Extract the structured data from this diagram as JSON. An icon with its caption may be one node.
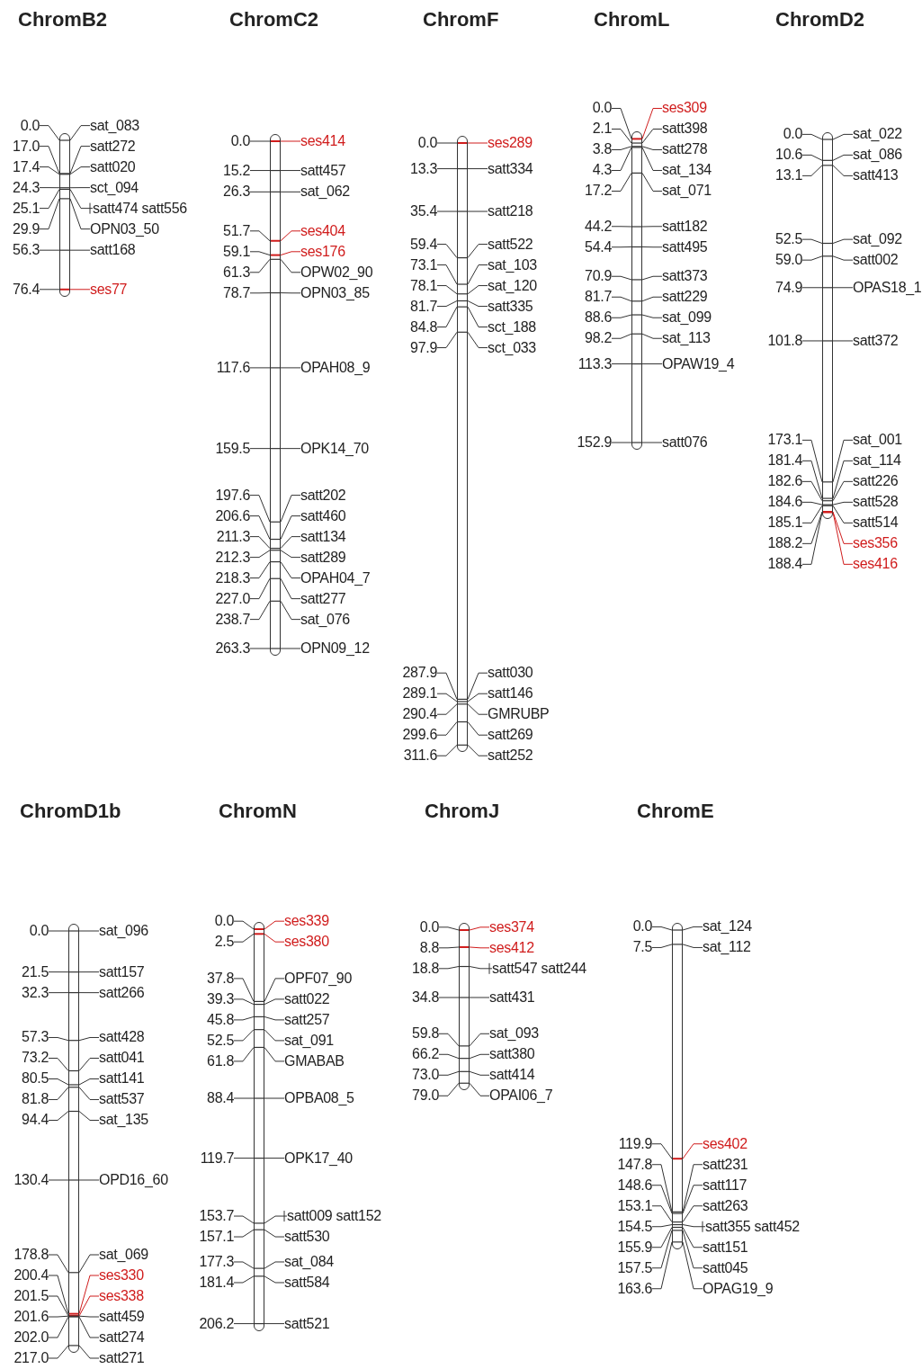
{
  "diagram": {
    "nodes": [
      {
        "text": [],
        "shape": "bar"
      },
      {
        "text": [
          "0.0"
        ]
      },
      {
        "text": [
          "sat_083"
        ]
      },
      {
        "text": [
          "17.0"
        ]
      },
      {
        "text": [
          "satt272"
        ]
      },
      {
        "text": [
          "17.4"
        ]
      },
      {
        "text": [
          "satt020"
        ]
      },
      {
        "text": [
          "24.3"
        ]
      },
      {
        "text": [
          "sct_094"
        ]
      },
      {
        "text": [
          "25.1"
        ]
      },
      {
        "text": [
          "satt474 satt556"
        ]
      },
      {
        "text": [
          "29.9"
        ]
      },
      {
        "text": [
          "OPN03_50"
        ]
      },
      {
        "text": [
          "56.3"
        ]
      },
      {
        "text": [
          "satt168"
        ]
      },
      {
        "text": [
          "76.4"
        ]
      },
      {
        "text": [
          "ses77"
        ]
      },
      {
        "text": [],
        "shape": "bar"
      },
      {
        "text": [
          "0.0"
        ]
      },
      {
        "text": [
          "ses414"
        ]
      },
      {
        "text": [
          "15.2"
        ]
      },
      {
        "text": [
          "satt457"
        ]
      },
      {
        "text": [
          "26.3"
        ]
      },
      {
        "text": [
          "sat_062"
        ]
      },
      {
        "text": [
          "51.7"
        ]
      },
      {
        "text": [
          "ses404"
        ]
      },
      {
        "text": [
          "59.1"
        ]
      },
      {
        "text": [
          "ses176"
        ]
      },
      {
        "text": [
          "61.3"
        ]
      },
      {
        "text": [
          "OPW02_90"
        ]
      },
      {
        "text": [
          "78.7"
        ]
      },
      {
        "text": [
          "OPN03_85"
        ]
      },
      {
        "text": [
          "117.6"
        ]
      },
      {
        "text": [
          "OPAH08_9"
        ]
      },
      {
        "text": [
          "159.5"
        ]
      },
      {
        "text": [
          "OPK14_70"
        ]
      },
      {
        "text": [
          "197.6"
        ]
      },
      {
        "text": [
          "satt202"
        ]
      },
      {
        "text": [
          "206.6"
        ]
      },
      {
        "text": [
          "satt460"
        ]
      },
      {
        "text": [
          "211.3"
        ]
      },
      {
        "text": [
          "satt134"
        ]
      },
      {
        "text": [
          "212.3"
        ]
      },
      {
        "text": [
          "satt289"
        ]
      },
      {
        "text": [
          "218.3"
        ]
      },
      {
        "text": [
          "OPAH04_7"
        ]
      },
      {
        "text": [
          "227.0"
        ]
      },
      {
        "text": [
          "satt277"
        ]
      },
      {
        "text": [
          "238.7"
        ]
      },
      {
        "text": [
          "sat_076"
        ]
      },
      {
        "text": [
          "263.3"
        ]
      },
      {
        "text": [
          "OPN09_12"
        ]
      },
      {
        "text": [],
        "shape": "bar"
      },
      {
        "text": [
          "0.0"
        ]
      },
      {
        "text": [
          "ses289"
        ]
      },
      {
        "text": [
          "13.3"
        ]
      },
      {
        "text": [
          "satt334"
        ]
      },
      {
        "text": [
          "35.4"
        ]
      },
      {
        "text": [
          "satt218"
        ]
      },
      {
        "text": [
          "59.4"
        ]
      },
      {
        "text": [
          "satt522"
        ]
      },
      {
        "text": [
          "73.1"
        ]
      },
      {
        "text": [
          "sat_103"
        ]
      },
      {
        "text": [
          "78.1"
        ]
      },
      {
        "text": [
          "sat_120"
        ]
      },
      {
        "text": [
          "81.7"
        ]
      },
      {
        "text": [
          "satt335"
        ]
      },
      {
        "text": [
          "84.8"
        ]
      },
      {
        "text": [
          "sct_188"
        ]
      },
      {
        "text": [
          "97.9"
        ]
      },
      {
        "text": [
          "sct_033"
        ]
      },
      {
        "text": [
          "287.9"
        ]
      },
      {
        "text": [
          "satt030"
        ]
      },
      {
        "text": [
          "289.1"
        ]
      },
      {
        "text": [
          "satt146"
        ]
      },
      {
        "text": [
          "290.4"
        ]
      },
      {
        "text": [
          "GMRUBP"
        ]
      },
      {
        "text": [
          "299.6"
        ]
      },
      {
        "text": [
          "satt269"
        ]
      },
      {
        "text": [
          "311.6"
        ]
      },
      {
        "text": [
          "satt252"
        ]
      },
      {
        "text": [],
        "shape": "bar"
      },
      {
        "text": [
          "0.0"
        ]
      },
      {
        "text": [
          "ses309"
        ]
      },
      {
        "text": [
          "2.1"
        ]
      },
      {
        "text": [
          "satt398"
        ]
      },
      {
        "text": [
          "3.8"
        ]
      },
      {
        "text": [
          "satt278"
        ]
      },
      {
        "text": [
          "4.3"
        ]
      },
      {
        "text": [
          "sat_134"
        ]
      },
      {
        "text": [
          "17.2"
        ]
      },
      {
        "text": [
          "sat_071"
        ]
      },
      {
        "text": [
          "44.2"
        ]
      },
      {
        "text": [
          "satt182"
        ]
      },
      {
        "text": [
          "54.4"
        ]
      },
      {
        "text": [
          "satt495"
        ]
      },
      {
        "text": [
          "70.9"
        ]
      },
      {
        "text": [
          "satt373"
        ]
      },
      {
        "text": [
          "81.7"
        ]
      },
      {
        "text": [
          "satt229"
        ]
      },
      {
        "text": [
          "88.6"
        ]
      },
      {
        "text": [
          "sat_099"
        ]
      },
      {
        "text": [
          "98.2"
        ]
      },
      {
        "text": [
          "sat_113"
        ]
      },
      {
        "text": [
          "113.3"
        ]
      },
      {
        "text": [
          "OPAW19_4"
        ]
      },
      {
        "text": [
          "152.9"
        ]
      },
      {
        "text": [
          "satt076"
        ]
      },
      {
        "text": [],
        "shape": "bar"
      },
      {
        "text": [
          "0.0"
        ]
      },
      {
        "text": [
          "sat_022"
        ]
      },
      {
        "text": [
          "10.6"
        ]
      },
      {
        "text": [
          "sat_086"
        ]
      },
      {
        "text": [
          "13.1"
        ]
      },
      {
        "text": [
          "satt413"
        ]
      },
      {
        "text": [
          "52.5"
        ]
      },
      {
        "text": [
          "sat_092"
        ]
      },
      {
        "text": [
          "59.0"
        ]
      },
      {
        "text": [
          "satt002"
        ]
      },
      {
        "text": [
          "74.9"
        ]
      },
      {
        "text": [
          "OPAS18_1"
        ]
      },
      {
        "text": [
          "101.8"
        ]
      },
      {
        "text": [
          "satt372"
        ]
      },
      {
        "text": [
          "173.1"
        ]
      },
      {
        "text": [
          "sat_001"
        ]
      },
      {
        "text": [
          "181.4"
        ]
      },
      {
        "text": [
          "sat_114"
        ]
      },
      {
        "text": [
          "182.6"
        ]
      },
      {
        "text": [
          "satt226"
        ]
      },
      {
        "text": [
          "184.6"
        ]
      },
      {
        "text": [
          "satt528"
        ]
      },
      {
        "text": [
          "185.1"
        ]
      },
      {
        "text": [
          "satt514"
        ]
      },
      {
        "text": [
          "188.2"
        ]
      },
      {
        "text": [
          "ses356"
        ]
      },
      {
        "text": [
          "188.4"
        ]
      },
      {
        "text": [
          "ses416"
        ]
      },
      {
        "text": [],
        "shape": "bar"
      },
      {
        "text": [
          "0.0"
        ]
      },
      {
        "text": [
          "sat_096"
        ]
      },
      {
        "text": [
          "21.5"
        ]
      },
      {
        "text": [
          "satt157"
        ]
      },
      {
        "text": [
          "32.3"
        ]
      },
      {
        "text": [
          "satt266"
        ]
      },
      {
        "text": [
          "57.3"
        ]
      },
      {
        "text": [
          "satt428"
        ]
      },
      {
        "text": [
          "73.2"
        ]
      },
      {
        "text": [
          "satt041"
        ]
      },
      {
        "text": [
          "80.5"
        ]
      },
      {
        "text": [
          "satt141"
        ]
      },
      {
        "text": [
          "81.8"
        ]
      },
      {
        "text": [
          "satt537"
        ]
      },
      {
        "text": [
          "94.4"
        ]
      },
      {
        "text": [
          "sat_135"
        ]
      },
      {
        "text": [
          "130.4"
        ]
      },
      {
        "text": [
          "OPD16_60"
        ]
      },
      {
        "text": [
          "178.8"
        ]
      },
      {
        "text": [
          "sat_069"
        ]
      },
      {
        "text": [
          "200.4"
        ]
      },
      {
        "text": [
          "ses330"
        ]
      },
      {
        "text": [
          "201.5"
        ]
      },
      {
        "text": [
          "ses338"
        ]
      },
      {
        "text": [
          "201.6"
        ]
      },
      {
        "text": [
          "satt459"
        ]
      },
      {
        "text": [
          "202.0"
        ]
      },
      {
        "text": [
          "satt274"
        ]
      },
      {
        "text": [
          "217.0"
        ]
      },
      {
        "text": [
          "satt271"
        ]
      },
      {
        "text": [],
        "shape": "bar"
      },
      {
        "text": [
          "0.0"
        ]
      },
      {
        "text": [
          "ses339"
        ]
      },
      {
        "text": [
          "2.5"
        ]
      },
      {
        "text": [
          "ses380"
        ]
      },
      {
        "text": [
          "37.8"
        ]
      },
      {
        "text": [
          "OPF07_90"
        ]
      },
      {
        "text": [
          "39.3"
        ]
      },
      {
        "text": [
          "satt022"
        ]
      },
      {
        "text": [
          "45.8"
        ]
      },
      {
        "text": [
          "satt257"
        ]
      },
      {
        "text": [
          "52.5"
        ]
      },
      {
        "text": [
          "sat_091"
        ]
      },
      {
        "text": [
          "61.8"
        ]
      },
      {
        "text": [
          "GMABAB"
        ]
      },
      {
        "text": [
          "88.4"
        ]
      },
      {
        "text": [
          "OPBA08_5"
        ]
      },
      {
        "text": [
          "119.7"
        ]
      },
      {
        "text": [
          "OPK17_40"
        ]
      },
      {
        "text": [
          "153.7"
        ]
      },
      {
        "text": [
          "satt009 satt152"
        ]
      },
      {
        "text": [
          "157.1"
        ]
      },
      {
        "text": [
          "satt530"
        ]
      },
      {
        "text": [
          "177.3"
        ]
      },
      {
        "text": [
          "sat_084"
        ]
      },
      {
        "text": [
          "181.4"
        ]
      },
      {
        "text": [
          "satt584"
        ]
      },
      {
        "text": [
          "206.2"
        ]
      },
      {
        "text": [
          "satt521"
        ]
      },
      {
        "text": [],
        "shape": "bar"
      },
      {
        "text": [
          "0.0"
        ]
      },
      {
        "text": [
          "ses374"
        ]
      },
      {
        "text": [
          "8.8"
        ]
      },
      {
        "text": [
          "ses412"
        ]
      },
      {
        "text": [
          "18.8"
        ]
      },
      {
        "text": [
          "satt547 satt244"
        ]
      },
      {
        "text": [
          "34.8"
        ]
      },
      {
        "text": [
          "satt431"
        ]
      },
      {
        "text": [
          "59.8"
        ]
      },
      {
        "text": [
          "sat_093"
        ]
      },
      {
        "text": [
          "66.2"
        ]
      },
      {
        "text": [
          "satt380"
        ]
      },
      {
        "text": [
          "73.0"
        ]
      },
      {
        "text": [
          "satt414"
        ]
      },
      {
        "text": [
          "79.0"
        ]
      },
      {
        "text": [
          "OPAI06_7"
        ]
      },
      {
        "text": [],
        "shape": "bar"
      },
      {
        "text": [
          "0.0"
        ]
      },
      {
        "text": [
          "sat_124"
        ]
      },
      {
        "text": [
          "7.5"
        ]
      },
      {
        "text": [
          "sat_112"
        ]
      },
      {
        "text": [
          "119.9"
        ]
      },
      {
        "text": [
          "ses402"
        ]
      },
      {
        "text": [
          "147.8"
        ]
      },
      {
        "text": [
          "satt231"
        ]
      },
      {
        "text": [
          "148.6"
        ]
      },
      {
        "text": [
          "satt117"
        ]
      },
      {
        "text": [
          "153.1"
        ]
      },
      {
        "text": [
          "satt263"
        ]
      },
      {
        "text": [
          "154.5"
        ]
      },
      {
        "text": [
          "satt355 satt452"
        ]
      },
      {
        "text": [
          "155.9"
        ]
      },
      {
        "text": [
          "satt151"
        ]
      },
      {
        "text": [
          "157.5"
        ]
      },
      {
        "text": [
          "satt045"
        ]
      },
      {
        "text": [
          "163.6"
        ]
      },
      {
        "text": [
          "OPAG19_9"
        ]
      }
    ],
    "edges": [
      {
        "from": 1,
        "to": 0,
        "arrow": "none"
      },
      {
        "from": 2,
        "to": 0,
        "arrow": "none"
      },
      {
        "from": 3,
        "to": 0,
        "arrow": "none"
      },
      {
        "from": 4,
        "to": 0,
        "arrow": "none"
      },
      {
        "from": 5,
        "to": 0,
        "arrow": "none"
      },
      {
        "from": 6,
        "to": 0,
        "arrow": "none"
      },
      {
        "from": 7,
        "to": 0,
        "arrow": "none"
      },
      {
        "from": 8,
        "to": 0,
        "arrow": "none"
      },
      {
        "from": 9,
        "to": 0,
        "arrow": "none"
      },
      {
        "from": 10,
        "to": 0,
        "arrow": "none"
      },
      {
        "from": 11,
        "to": 0,
        "arrow": "none"
      },
      {
        "from": 12,
        "to": 0,
        "arrow": "none"
      },
      {
        "from": 13,
        "to": 0,
        "arrow": "none"
      },
      {
        "from": 14,
        "to": 0,
        "arrow": "none"
      },
      {
        "from": 15,
        "to": 0,
        "arrow": "none"
      },
      {
        "from": 16,
        "to": 0,
        "arrow": "none",
        "color": "#d01c1c"
      },
      {
        "from": 18,
        "to": 17,
        "arrow": "none"
      },
      {
        "from": 19,
        "to": 17,
        "arrow": "none",
        "color": "#d01c1c"
      },
      {
        "from": 20,
        "to": 17,
        "arrow": "none"
      },
      {
        "from": 21,
        "to": 17,
        "arrow": "none"
      },
      {
        "from": 22,
        "to": 17,
        "arrow": "none"
      },
      {
        "from": 23,
        "to": 17,
        "arrow": "none"
      },
      {
        "from": 24,
        "to": 17,
        "arrow": "none"
      },
      {
        "from": 25,
        "to": 17,
        "arrow": "none",
        "color": "#d01c1c"
      },
      {
        "from": 26,
        "to": 17,
        "arrow": "none"
      },
      {
        "from": 27,
        "to": 17,
        "arrow": "none",
        "color": "#d01c1c"
      },
      {
        "from": 28,
        "to": 17,
        "arrow": "none"
      },
      {
        "from": 29,
        "to": 17,
        "arrow": "none"
      },
      {
        "from": 30,
        "to": 17,
        "arrow": "none"
      },
      {
        "from": 31,
        "to": 17,
        "arrow": "none"
      },
      {
        "from": 32,
        "to": 17,
        "arrow": "none"
      },
      {
        "from": 33,
        "to": 17,
        "arrow": "none"
      },
      {
        "from": 34,
        "to": 17,
        "arrow": "none"
      },
      {
        "from": 35,
        "to": 17,
        "arrow": "none"
      },
      {
        "from": 36,
        "to": 17,
        "arrow": "none"
      },
      {
        "from": 37,
        "to": 17,
        "arrow": "none"
      },
      {
        "from": 38,
        "to": 17,
        "arrow": "none"
      },
      {
        "from": 39,
        "to": 17,
        "arrow": "none"
      },
      {
        "from": 40,
        "to": 17,
        "arrow": "none"
      },
      {
        "from": 41,
        "to": 17,
        "arrow": "none"
      },
      {
        "from": 42,
        "to": 17,
        "arrow": "none"
      },
      {
        "from": 43,
        "to": 17,
        "arrow": "none"
      },
      {
        "from": 44,
        "to": 17,
        "arrow": "none"
      },
      {
        "from": 45,
        "to": 17,
        "arrow": "none"
      },
      {
        "from": 46,
        "to": 17,
        "arrow": "none"
      },
      {
        "from": 47,
        "to": 17,
        "arrow": "none"
      },
      {
        "from": 48,
        "to": 17,
        "arrow": "none"
      },
      {
        "from": 49,
        "to": 17,
        "arrow": "none"
      },
      {
        "from": 50,
        "to": 17,
        "arrow": "none"
      },
      {
        "from": 51,
        "to": 17,
        "arrow": "none"
      },
      {
        "from": 53,
        "to": 52,
        "arrow": "none"
      },
      {
        "from": 54,
        "to": 52,
        "arrow": "none",
        "color": "#d01c1c"
      },
      {
        "from": 55,
        "to": 52,
        "arrow": "none"
      },
      {
        "from": 56,
        "to": 52,
        "arrow": "none"
      },
      {
        "from": 57,
        "to": 52,
        "arrow": "none"
      },
      {
        "from": 58,
        "to": 52,
        "arrow": "none"
      },
      {
        "from": 59,
        "to": 52,
        "arrow": "none"
      },
      {
        "from": 60,
        "to": 52,
        "arrow": "none"
      },
      {
        "from": 61,
        "to": 52,
        "arrow": "none"
      },
      {
        "from": 62,
        "to": 52,
        "arrow": "none"
      },
      {
        "from": 63,
        "to": 52,
        "arrow": "none"
      },
      {
        "from": 64,
        "to": 52,
        "arrow": "none"
      },
      {
        "from": 65,
        "to": 52,
        "arrow": "none"
      },
      {
        "from": 66,
        "to": 52,
        "arrow": "none"
      },
      {
        "from": 67,
        "to": 52,
        "arrow": "none"
      },
      {
        "from": 68,
        "to": 52,
        "arrow": "none"
      },
      {
        "from": 69,
        "to": 52,
        "arrow": "none"
      },
      {
        "from": 70,
        "to": 52,
        "arrow": "none"
      },
      {
        "from": 71,
        "to": 52,
        "arrow": "none"
      },
      {
        "from": 72,
        "to": 52,
        "arrow": "none"
      },
      {
        "from": 73,
        "to": 52,
        "arrow": "none"
      },
      {
        "from": 74,
        "to": 52,
        "arrow": "none"
      },
      {
        "from": 75,
        "to": 52,
        "arrow": "none"
      },
      {
        "from": 76,
        "to": 52,
        "arrow": "none"
      },
      {
        "from": 77,
        "to": 52,
        "arrow": "none"
      },
      {
        "from": 78,
        "to": 52,
        "arrow": "none"
      },
      {
        "from": 79,
        "to": 52,
        "arrow": "none"
      },
      {
        "from": 80,
        "to": 52,
        "arrow": "none"
      },
      {
        "from": 82,
        "to": 81,
        "arrow": "none"
      },
      {
        "from": 83,
        "to": 81,
        "arrow": "none",
        "color": "#d01c1c"
      },
      {
        "from": 84,
        "to": 81,
        "arrow": "none"
      },
      {
        "from": 85,
        "to": 81,
        "arrow": "none"
      },
      {
        "from": 86,
        "to": 81,
        "arrow": "none"
      },
      {
        "from": 87,
        "to": 81,
        "arrow": "none"
      },
      {
        "from": 88,
        "to": 81,
        "arrow": "none"
      },
      {
        "from": 89,
        "to": 81,
        "arrow": "none"
      },
      {
        "from": 90,
        "to": 81,
        "arrow": "none"
      },
      {
        "from": 91,
        "to": 81,
        "arrow": "none"
      },
      {
        "from": 92,
        "to": 81,
        "arrow": "none"
      },
      {
        "from": 93,
        "to": 81,
        "arrow": "none"
      },
      {
        "from": 94,
        "to": 81,
        "arrow": "none"
      },
      {
        "from": 95,
        "to": 81,
        "arrow": "none"
      },
      {
        "from": 96,
        "to": 81,
        "arrow": "none"
      },
      {
        "from": 97,
        "to": 81,
        "arrow": "none"
      },
      {
        "from": 98,
        "to": 81,
        "arrow": "none"
      },
      {
        "from": 99,
        "to": 81,
        "arrow": "none"
      },
      {
        "from": 100,
        "to": 81,
        "arrow": "none"
      },
      {
        "from": 101,
        "to": 81,
        "arrow": "none"
      },
      {
        "from": 102,
        "to": 81,
        "arrow": "none"
      },
      {
        "from": 103,
        "to": 81,
        "arrow": "none"
      },
      {
        "from": 104,
        "to": 81,
        "arrow": "none"
      },
      {
        "from": 105,
        "to": 81,
        "arrow": "none"
      },
      {
        "from": 106,
        "to": 81,
        "arrow": "none"
      },
      {
        "from": 107,
        "to": 81,
        "arrow": "none"
      },
      {
        "from": 109,
        "to": 108,
        "arrow": "none"
      },
      {
        "from": 110,
        "to": 108,
        "arrow": "none"
      },
      {
        "from": 111,
        "to": 108,
        "arrow": "none"
      },
      {
        "from": 112,
        "to": 108,
        "arrow": "none"
      },
      {
        "from": 113,
        "to": 108,
        "arrow": "none"
      },
      {
        "from": 114,
        "to": 108,
        "arrow": "none"
      },
      {
        "from": 115,
        "to": 108,
        "arrow": "none"
      },
      {
        "from": 116,
        "to": 108,
        "arrow": "none"
      },
      {
        "from": 117,
        "to": 108,
        "arrow": "none"
      },
      {
        "from": 118,
        "to": 108,
        "arrow": "none"
      },
      {
        "from": 119,
        "to": 108,
        "arrow": "none"
      },
      {
        "from": 120,
        "to": 108,
        "arrow": "none"
      },
      {
        "from": 121,
        "to": 108,
        "arrow": "none"
      },
      {
        "from": 122,
        "to": 108,
        "arrow": "none"
      },
      {
        "from": 123,
        "to": 108,
        "arrow": "none"
      },
      {
        "from": 124,
        "to": 108,
        "arrow": "none"
      },
      {
        "from": 125,
        "to": 108,
        "arrow": "none"
      },
      {
        "from": 126,
        "to": 108,
        "arrow": "none"
      },
      {
        "from": 127,
        "to": 108,
        "arrow": "none"
      },
      {
        "from": 128,
        "to": 108,
        "arrow": "none"
      },
      {
        "from": 129,
        "to": 108,
        "arrow": "none"
      },
      {
        "from": 130,
        "to": 108,
        "arrow": "none"
      },
      {
        "from": 131,
        "to": 108,
        "arrow": "none"
      },
      {
        "from": 132,
        "to": 108,
        "arrow": "none"
      },
      {
        "from": 133,
        "to": 108,
        "arrow": "none"
      },
      {
        "from": 134,
        "to": 108,
        "arrow": "none",
        "color": "#d01c1c"
      },
      {
        "from": 135,
        "to": 108,
        "arrow": "none"
      },
      {
        "from": 136,
        "to": 108,
        "arrow": "none",
        "color": "#d01c1c"
      },
      {
        "from": 138,
        "to": 137,
        "arrow": "none"
      },
      {
        "from": 139,
        "to": 137,
        "arrow": "none"
      },
      {
        "from": 140,
        "to": 137,
        "arrow": "none"
      },
      {
        "from": 141,
        "to": 137,
        "arrow": "none"
      },
      {
        "from": 142,
        "to": 137,
        "arrow": "none"
      },
      {
        "from": 143,
        "to": 137,
        "arrow": "none"
      },
      {
        "from": 144,
        "to": 137,
        "arrow": "none"
      },
      {
        "from": 145,
        "to": 137,
        "arrow": "none"
      },
      {
        "from": 146,
        "to": 137,
        "arrow": "none"
      },
      {
        "from": 147,
        "to": 137,
        "arrow": "none"
      },
      {
        "from": 148,
        "to": 137,
        "arrow": "none"
      },
      {
        "from": 149,
        "to": 137,
        "arrow": "none"
      },
      {
        "from": 150,
        "to": 137,
        "arrow": "none"
      },
      {
        "from": 151,
        "to": 137,
        "arrow": "none"
      },
      {
        "from": 152,
        "to": 137,
        "arrow": "none"
      },
      {
        "from": 153,
        "to": 137,
        "arrow": "none"
      },
      {
        "from": 154,
        "to": 137,
        "arrow": "none"
      },
      {
        "from": 155,
        "to": 137,
        "arrow": "none"
      },
      {
        "from": 156,
        "to": 137,
        "arrow": "none"
      },
      {
        "from": 157,
        "to": 137,
        "arrow": "none"
      },
      {
        "from": 158,
        "to": 137,
        "arrow": "none"
      },
      {
        "from": 159,
        "to": 137,
        "arrow": "none",
        "color": "#d01c1c"
      },
      {
        "from": 160,
        "to": 137,
        "arrow": "none"
      },
      {
        "from": 161,
        "to": 137,
        "arrow": "none",
        "color": "#d01c1c"
      },
      {
        "from": 162,
        "to": 137,
        "arrow": "none"
      },
      {
        "from": 163,
        "to": 137,
        "arrow": "none"
      },
      {
        "from": 164,
        "to": 137,
        "arrow": "none"
      },
      {
        "from": 165,
        "to": 137,
        "arrow": "none"
      },
      {
        "from": 166,
        "to": 137,
        "arrow": "none"
      },
      {
        "from": 167,
        "to": 137,
        "arrow": "none"
      },
      {
        "from": 169,
        "to": 168,
        "arrow": "none"
      },
      {
        "from": 170,
        "to": 168,
        "arrow": "none",
        "color": "#d01c1c"
      },
      {
        "from": 171,
        "to": 168,
        "arrow": "none"
      },
      {
        "from": 172,
        "to": 168,
        "arrow": "none",
        "color": "#d01c1c"
      },
      {
        "from": 173,
        "to": 168,
        "arrow": "none"
      },
      {
        "from": 174,
        "to": 168,
        "arrow": "none"
      },
      {
        "from": 175,
        "to": 168,
        "arrow": "none"
      },
      {
        "from": 176,
        "to": 168,
        "arrow": "none"
      },
      {
        "from": 177,
        "to": 168,
        "arrow": "none"
      },
      {
        "from": 178,
        "to": 168,
        "arrow": "none"
      },
      {
        "from": 179,
        "to": 168,
        "arrow": "none"
      },
      {
        "from": 180,
        "to": 168,
        "arrow": "none"
      },
      {
        "from": 181,
        "to": 168,
        "arrow": "none"
      },
      {
        "from": 182,
        "to": 168,
        "arrow": "none"
      },
      {
        "from": 183,
        "to": 168,
        "arrow": "none"
      },
      {
        "from": 184,
        "to": 168,
        "arrow": "none"
      },
      {
        "from": 185,
        "to": 168,
        "arrow": "none"
      },
      {
        "from": 186,
        "to": 168,
        "arrow": "none"
      },
      {
        "from": 187,
        "to": 168,
        "arrow": "none"
      },
      {
        "from": 188,
        "to": 168,
        "arrow": "none"
      },
      {
        "from": 189,
        "to": 168,
        "arrow": "none"
      },
      {
        "from": 190,
        "to": 168,
        "arrow": "none"
      },
      {
        "from": 191,
        "to": 168,
        "arrow": "none"
      },
      {
        "from": 192,
        "to": 168,
        "arrow": "none"
      },
      {
        "from": 193,
        "to": 168,
        "arrow": "none"
      },
      {
        "from": 194,
        "to": 168,
        "arrow": "none"
      },
      {
        "from": 195,
        "to": 168,
        "arrow": "none"
      },
      {
        "from": 196,
        "to": 168,
        "arrow": "none"
      },
      {
        "from": 198,
        "to": 197,
        "arrow": "none"
      },
      {
        "from": 199,
        "to": 197,
        "arrow": "none",
        "color": "#d01c1c"
      },
      {
        "from": 200,
        "to": 197,
        "arrow": "none"
      },
      {
        "from": 201,
        "to": 197,
        "arrow": "none",
        "color": "#d01c1c"
      },
      {
        "from": 202,
        "to": 197,
        "arrow": "none"
      },
      {
        "from": 203,
        "to": 197,
        "arrow": "none"
      },
      {
        "from": 204,
        "to": 197,
        "arrow": "none"
      },
      {
        "from": 205,
        "to": 197,
        "arrow": "none"
      },
      {
        "from": 206,
        "to": 197,
        "arrow": "none"
      },
      {
        "from": 207,
        "to": 197,
        "arrow": "none"
      },
      {
        "from": 208,
        "to": 197,
        "arrow": "none"
      },
      {
        "from": 209,
        "to": 197,
        "arrow": "none"
      },
      {
        "from": 210,
        "to": 197,
        "arrow": "none"
      },
      {
        "from": 211,
        "to": 197,
        "arrow": "none"
      },
      {
        "from": 212,
        "to": 197,
        "arrow": "none"
      },
      {
        "from": 213,
        "to": 197,
        "arrow": "none"
      },
      {
        "from": 215,
        "to": 214,
        "arrow": "none"
      },
      {
        "from": 216,
        "to": 214,
        "arrow": "none"
      },
      {
        "from": 217,
        "to": 214,
        "arrow": "none"
      },
      {
        "from": 218,
        "to": 214,
        "arrow": "none"
      },
      {
        "from": 219,
        "to": 214,
        "arrow": "none"
      },
      {
        "from": 220,
        "to": 214,
        "arrow": "none",
        "color": "#d01c1c"
      },
      {
        "from": 221,
        "to": 214,
        "arrow": "none"
      },
      {
        "from": 222,
        "to": 214,
        "arrow": "none"
      },
      {
        "from": 223,
        "to": 214,
        "arrow": "none"
      },
      {
        "from": 224,
        "to": 214,
        "arrow": "none"
      },
      {
        "from": 225,
        "to": 214,
        "arrow": "none"
      },
      {
        "from": 226,
        "to": 214,
        "arrow": "none"
      },
      {
        "from": 227,
        "to": 214,
        "arrow": "none"
      },
      {
        "from": 228,
        "to": 214,
        "arrow": "none"
      },
      {
        "from": 229,
        "to": 214,
        "arrow": "none"
      },
      {
        "from": 230,
        "to": 214,
        "arrow": "none"
      },
      {
        "from": 231,
        "to": 214,
        "arrow": "none"
      },
      {
        "from": 232,
        "to": 214,
        "arrow": "none"
      },
      {
        "from": 233,
        "to": 214,
        "arrow": "none"
      },
      {
        "from": 234,
        "to": 214,
        "arrow": "none"
      }
    ],
    "labels": [
      "ChromB2",
      "ChromC2",
      "ChromF",
      "ChromL",
      "ChromD2",
      "ChromD1b",
      "ChromN",
      "ChromJ",
      "ChromE"
    ]
  }
}
